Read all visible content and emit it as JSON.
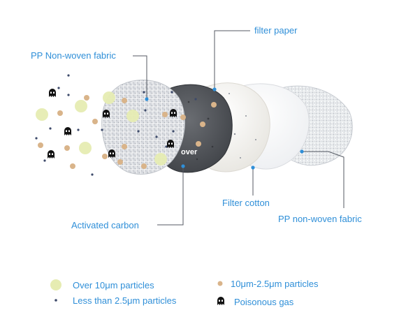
{
  "labels": {
    "filter_paper": "filter paper",
    "pp_nonwoven_top": "PP Non-woven fabric",
    "filter_cotton": "Filter cotton",
    "activated_carbon": "Activated carbon",
    "pp_nonwoven_bottom": "PP non-woven fabric",
    "over": "over"
  },
  "legend": {
    "large_particles": "Over 10μm particles",
    "small_particles": "Less than 2.5μm particles",
    "medium_particles": "10μm-2.5μm particles",
    "poisonous_gas": "Poisonous gas"
  },
  "colors": {
    "label_text": "#2f8fd8",
    "callout_dot": "#2f8fd8",
    "large_particle": "#e6ecb2",
    "medium_particle": "#d9b48a",
    "small_particle": "#3d4a6a",
    "gas_icon": "#111111"
  },
  "icons": {
    "poisonous_gas": "ghost-icon"
  }
}
